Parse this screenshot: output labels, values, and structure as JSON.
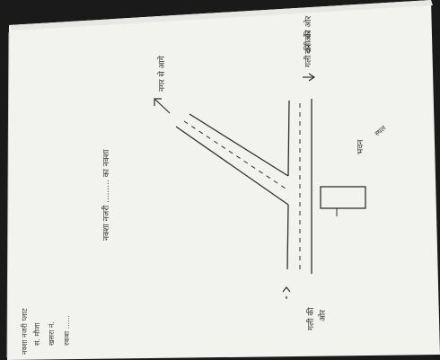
{
  "sketch": {
    "top_road_label": "दानी की ओर",
    "top_road_label_2": "गली की ओर",
    "diagonal_road_label": "नगर से आगे",
    "bottom_road_label": "गली की",
    "bottom_road_label_2": "ओर",
    "main_caption": "नक्शा नजरी ......... का नक्शा",
    "building_note": "भवन",
    "building_note_2": "स्थल",
    "left_notes": [
      "नक्शा नजरी प्लाट",
      "सं. मौजा",
      "खसरा नं.",
      "रकबा ......"
    ]
  },
  "colors": {
    "paper": "#f3f3f1",
    "ink": "#2f2f2f",
    "background": "#1a1a1a"
  }
}
